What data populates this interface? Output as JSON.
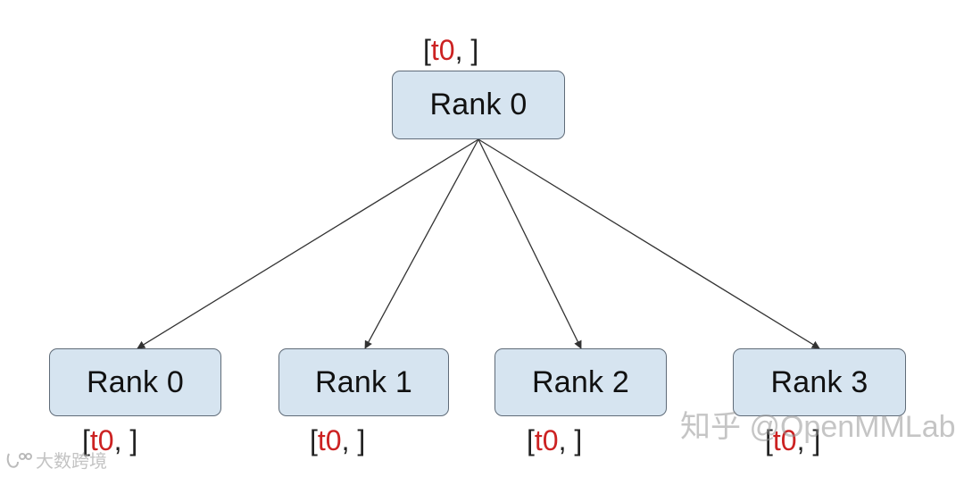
{
  "diagram": {
    "root": {
      "label": "Rank 0",
      "tensor_open": "[",
      "tensor_name": "t0",
      "tensor_close": ", ]"
    },
    "children": [
      {
        "label": "Rank 0",
        "tensor_open": "[",
        "tensor_name": "t0",
        "tensor_close": ", ]"
      },
      {
        "label": "Rank 1",
        "tensor_open": "[",
        "tensor_name": "t0",
        "tensor_close": ", ]"
      },
      {
        "label": "Rank 2",
        "tensor_open": "[",
        "tensor_name": "t0",
        "tensor_close": ", ]"
      },
      {
        "label": "Rank 3",
        "tensor_open": "[",
        "tensor_name": "t0",
        "tensor_close": ", ]"
      }
    ],
    "edges": [
      {
        "from": "root",
        "to": 0
      },
      {
        "from": "root",
        "to": 1
      },
      {
        "from": "root",
        "to": 2
      },
      {
        "from": "root",
        "to": 3
      }
    ],
    "colors": {
      "node_fill": "#d6e4f0",
      "node_border": "#5f6b78",
      "tensor_name": "#cc2222",
      "edge": "#333333"
    }
  },
  "watermarks": {
    "right": "知乎 @OpenMMLab",
    "left": "大数跨境"
  }
}
